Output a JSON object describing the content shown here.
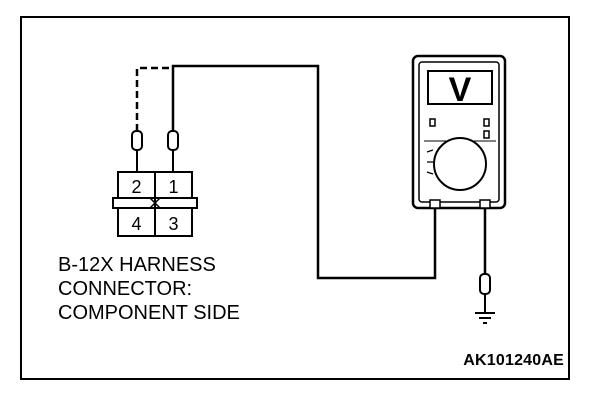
{
  "connector": {
    "pins": {
      "p1": "1",
      "p2": "2",
      "p3": "3",
      "p4": "4"
    },
    "label_lines": [
      "B-12X HARNESS",
      "CONNECTOR:",
      "COMPONENT SIDE"
    ]
  },
  "meter": {
    "display_symbol": "V"
  },
  "figure_code": "AK101240AE"
}
